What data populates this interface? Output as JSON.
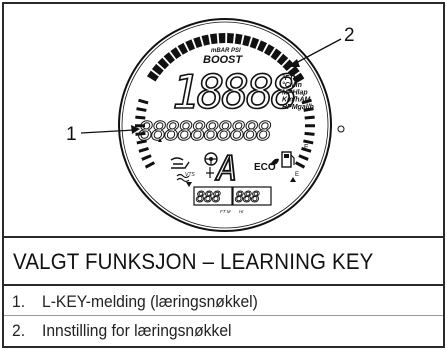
{
  "figure": {
    "callout_1": "1",
    "callout_2": "2",
    "boost_label": "BOOST",
    "boost_units": "mBAR PSI",
    "main_digits": "18888",
    "units": [
      "°FT",
      "°CMin",
      "MPHlap",
      "Km/hAM",
      "RPMgal/h"
    ],
    "message_segments": "8888888888",
    "gear_char": "A",
    "eco_label": "ECO",
    "vts_label": "VTS",
    "f_label": "F",
    "e_label": "E",
    "small_digits_left": "888",
    "small_digits_right": "888",
    "small_label_left": "FT M",
    "small_label_right": "Hr"
  },
  "caption": {
    "title": "VALGT FUNKSJON – LEARNING KEY"
  },
  "legend": {
    "items": [
      {
        "num": "1.",
        "label": "L-KEY-melding (læringsnøkkel)"
      },
      {
        "num": "2.",
        "label": "Innstilling for læringsnøkkel"
      }
    ]
  }
}
